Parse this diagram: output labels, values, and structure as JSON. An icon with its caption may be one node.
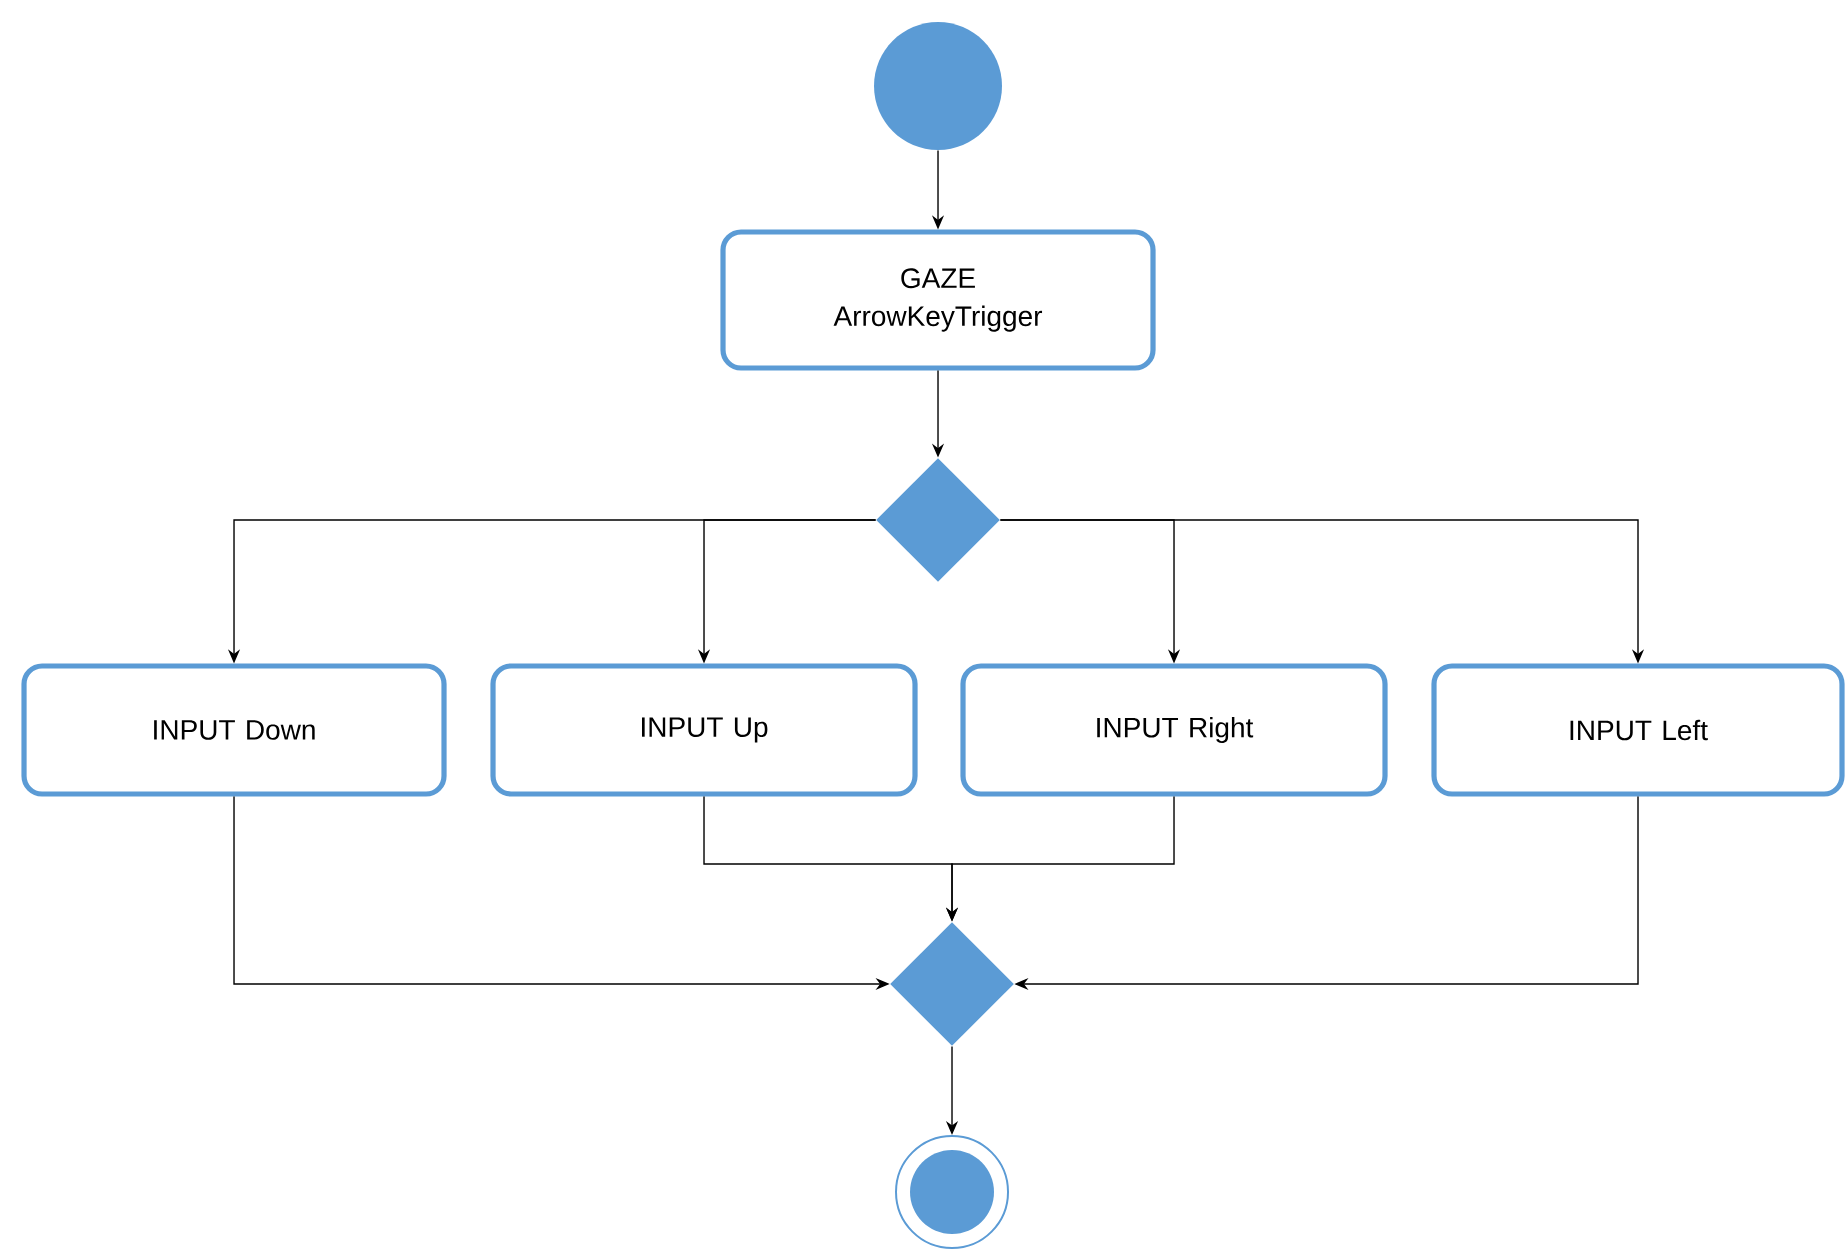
{
  "diagram": {
    "nodes": [
      {
        "text": [],
        "shape": "circle"
      },
      {
        "text": [
          "GAZE ArrowKeyTrigger"
        ]
      },
      {
        "text": [],
        "shape": "diamond"
      },
      {
        "text": [
          "INPUT Down"
        ]
      },
      {
        "text": [
          "INPUT Up"
        ]
      },
      {
        "text": [
          "INPUT Right"
        ]
      },
      {
        "text": [
          "INPUT Left"
        ]
      },
      {
        "text": [],
        "shape": "diamond"
      },
      {
        "text": [],
        "shape": "circle"
      }
    ],
    "edges": [
      {
        "from": 0,
        "to": 1,
        "arrow": "to"
      },
      {
        "from": 1,
        "to": 2,
        "arrow": "to"
      },
      {
        "from": 2,
        "to": 3,
        "arrow": "to"
      },
      {
        "from": 2,
        "to": 4,
        "arrow": "to"
      },
      {
        "from": 2,
        "to": 5,
        "arrow": "to"
      },
      {
        "from": 2,
        "to": 6,
        "arrow": "to"
      },
      {
        "from": 3,
        "to": 7,
        "arrow": "to"
      },
      {
        "from": 4,
        "to": 7,
        "arrow": "to"
      },
      {
        "from": 5,
        "to": 7,
        "arrow": "to"
      },
      {
        "from": 6,
        "to": 7,
        "arrow": "to"
      },
      {
        "from": 7,
        "to": 8,
        "arrow": "to"
      }
    ]
  }
}
